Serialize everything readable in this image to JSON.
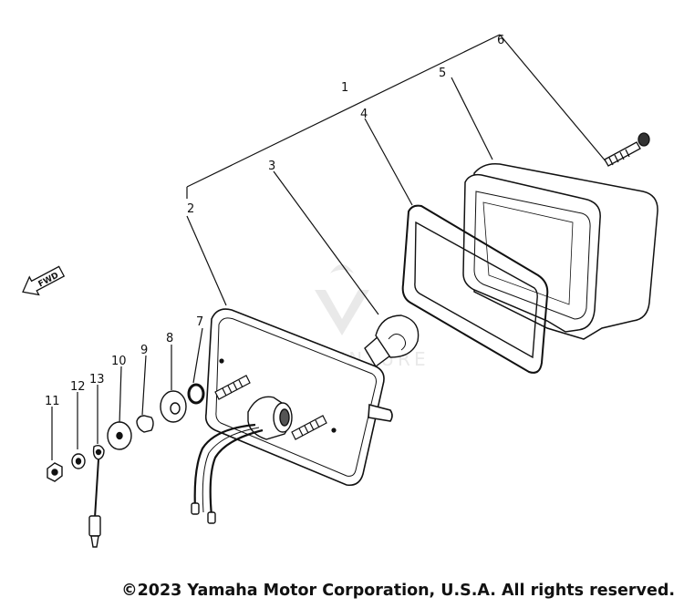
{
  "part_labels": [
    "1",
    "2",
    "3",
    "4",
    "5",
    "6",
    "7",
    "8",
    "9",
    "10",
    "11",
    "12",
    "13"
  ],
  "arrow_text": "FWD",
  "watermark": "LEADVENTURE",
  "copyright": "©2023 Yamaha Motor Corporation, U.S.A. All rights reserved."
}
